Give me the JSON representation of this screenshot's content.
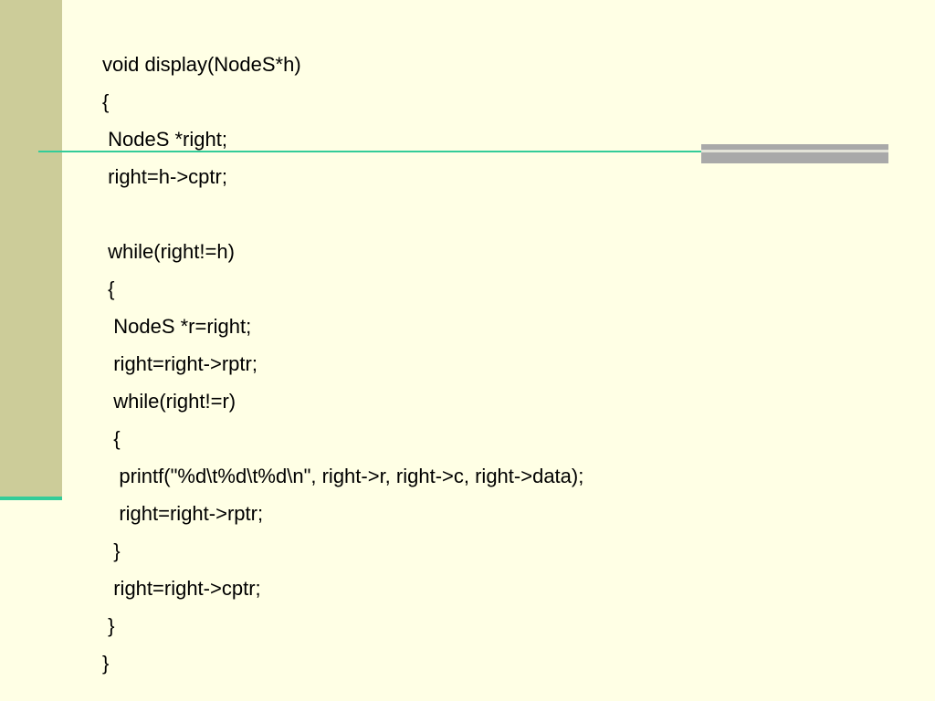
{
  "code_lines": [
    "void display(NodeS*h)",
    "{",
    " NodeS *right;",
    " right=h->cptr;",
    "",
    " while(right!=h)",
    " {",
    "  NodeS *r=right;",
    "  right=right->rptr;",
    "  while(right!=r)",
    "  {",
    "   printf(\"%d\\t%d\\t%d\\n\", right->r, right->c, right->data);",
    "   right=right->rptr;",
    "  }",
    "  right=right->cptr;",
    " }",
    "}"
  ],
  "colors": {
    "background": "#FFFFE5",
    "left_bar": "#CCCC99",
    "accent_rule": "#33CC99",
    "gray_block": "#A9A9A9",
    "text": "#000000"
  }
}
